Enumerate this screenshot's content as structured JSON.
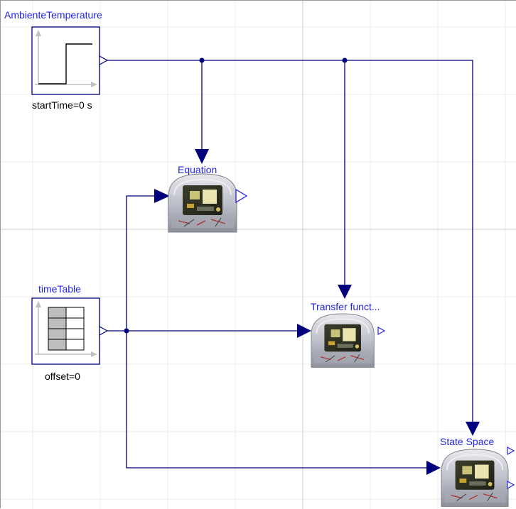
{
  "blocks": {
    "ambient": {
      "name": "AmbienteTemperature",
      "param": "startTime=0 s"
    },
    "timetable": {
      "name": "timeTable",
      "param": "offset=0"
    },
    "equation": {
      "name": "Equation"
    },
    "transfer": {
      "name": "Transfer funct..."
    },
    "statespace": {
      "name": "State Space"
    }
  },
  "colors": {
    "connection": "#00007f",
    "label": "#2323e6",
    "block_border": "#00007f",
    "grid_minor": "#ebebeb",
    "grid_major": "#cfcfcf"
  },
  "icons": {
    "step": "step-source-icon",
    "table": "time-table-icon",
    "device": "robot-device-icon"
  }
}
